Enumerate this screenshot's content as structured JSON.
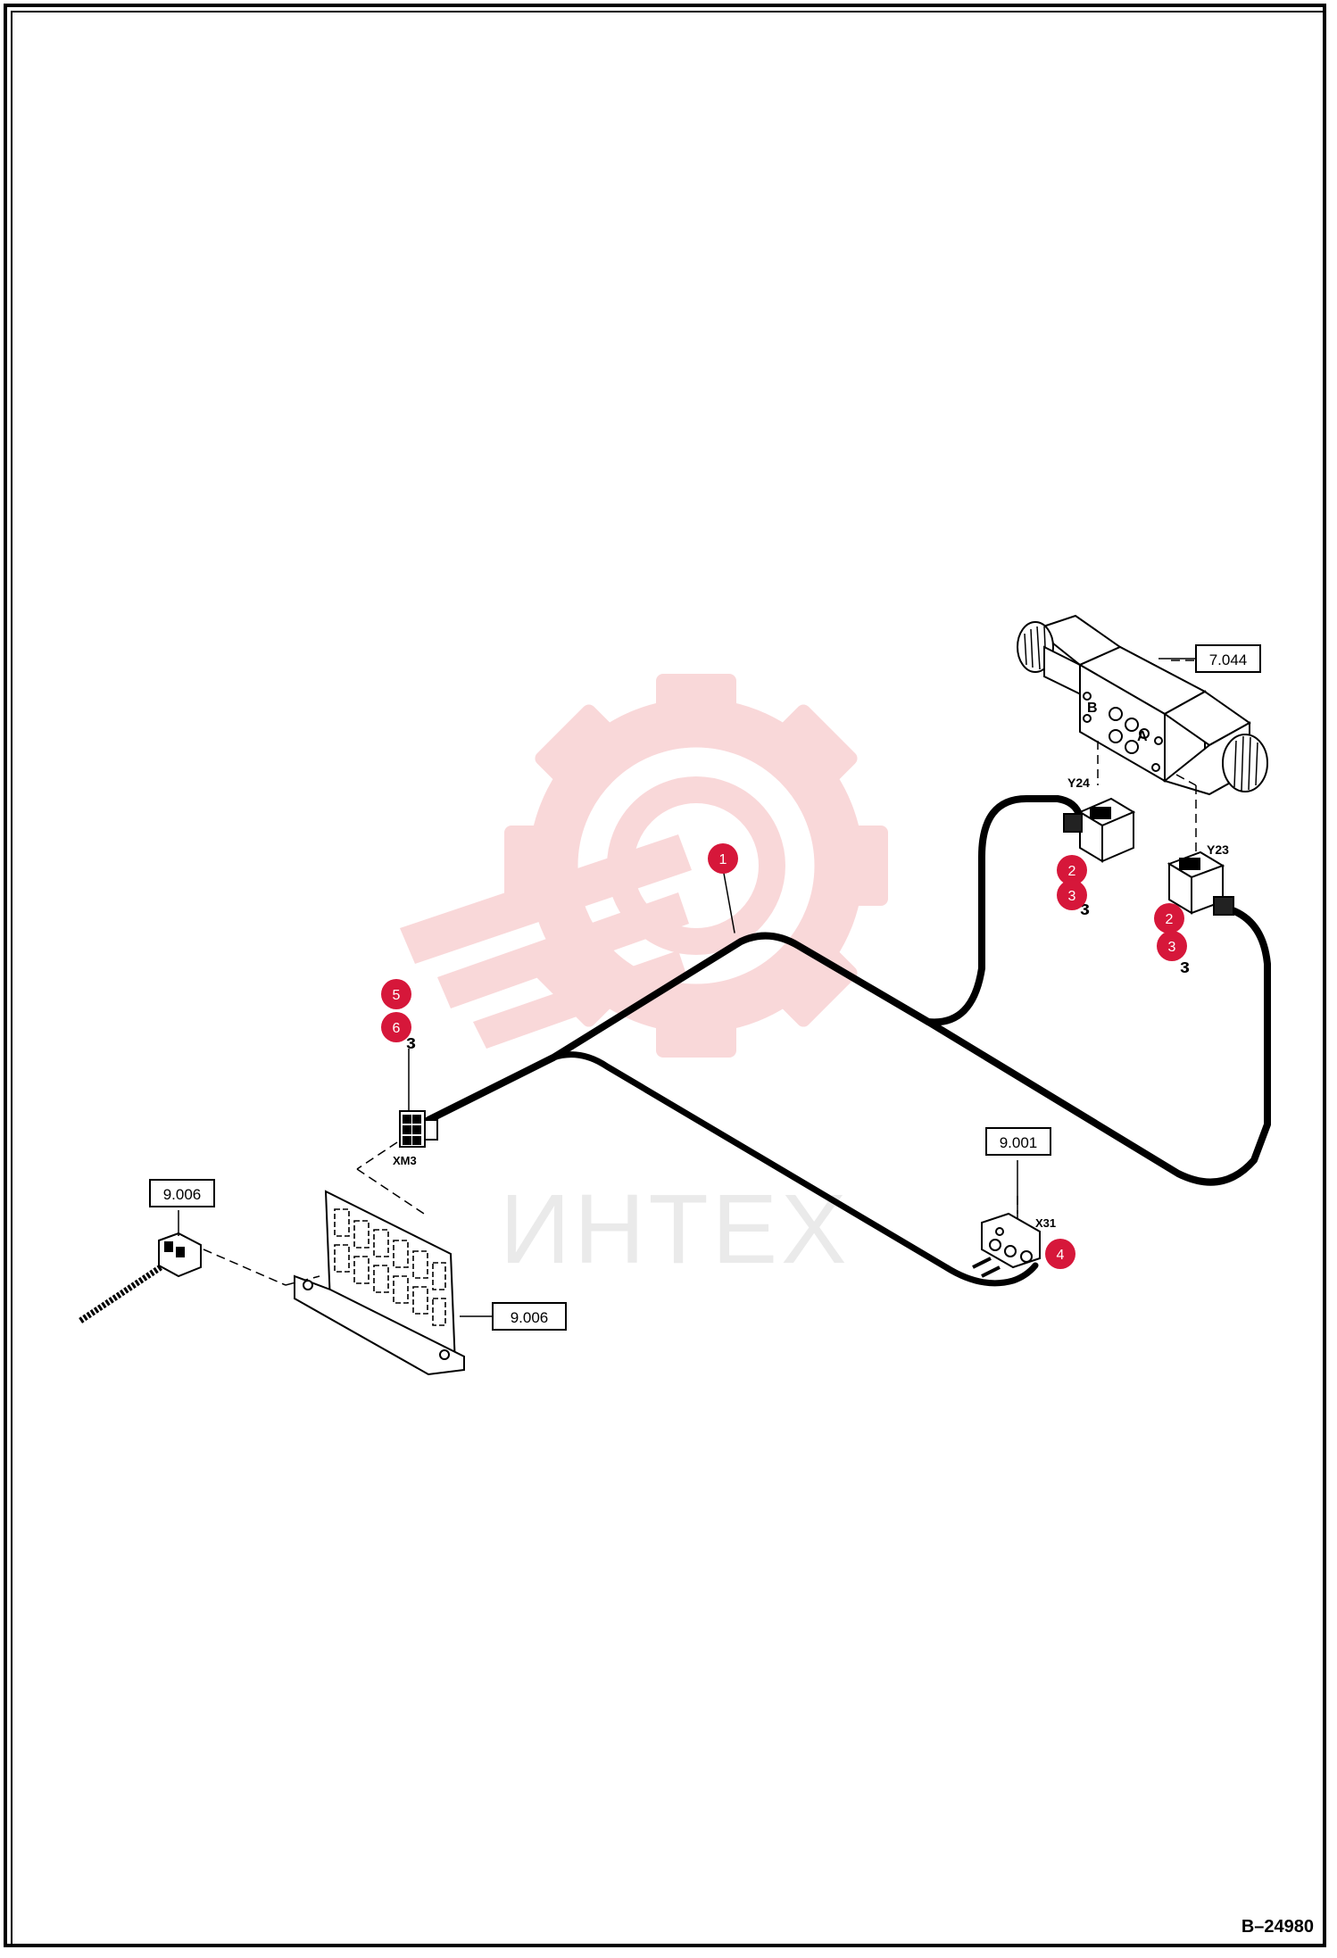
{
  "drawing_number": "B–24980",
  "watermark": "ИНТЕХ",
  "reference_boxes": {
    "valve": "7.044",
    "x31_ref": "9.001",
    "fuse_box_ref": "9.006",
    "connector_ref": "9.006"
  },
  "component_labels": {
    "y24": "Y24",
    "y23": "Y23",
    "xm3": "XM3",
    "x31": "X31",
    "port_a": "A",
    "port_b": "B"
  },
  "callouts": [
    "1",
    "2",
    "3",
    "2",
    "3",
    "4",
    "5",
    "6"
  ],
  "colors": {
    "callout_red": "#d6173a",
    "watermark_red": "#f4b8bb",
    "line": "#000000"
  }
}
